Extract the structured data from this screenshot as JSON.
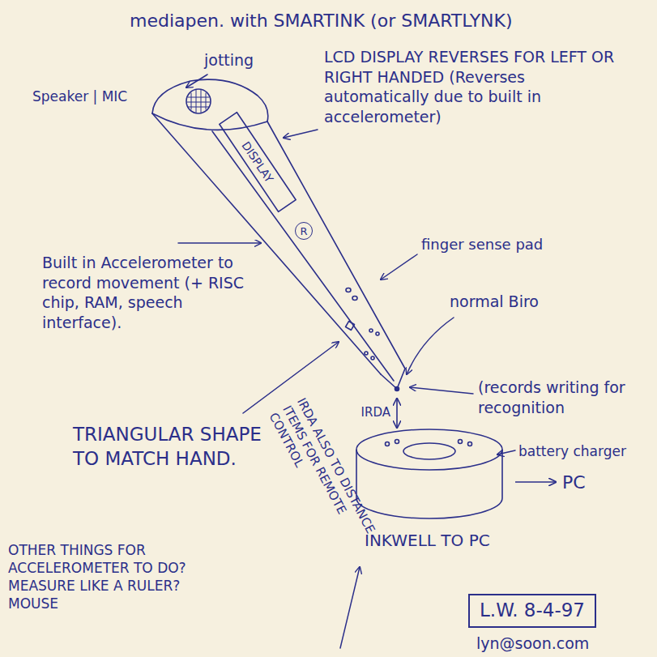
{
  "diagram": {
    "title": "mediapen. with SMARTINK (or SMARTLYNK)",
    "nodes": [
      {
        "text": [
          "DISPLAY"
        ]
      },
      {
        "text": [
          "R"
        ],
        "in": 0
      },
      {
        "text": [
          "INKWELL TO PC"
        ]
      },
      {
        "text": [
          "PC"
        ]
      },
      {
        "text": [
          "L.W. 8-4-97"
        ]
      }
    ],
    "edges": [
      {
        "from": 0,
        "to": 2,
        "label": "IRDA",
        "arrow": "both"
      },
      {
        "from": 2,
        "to": 3,
        "arrow": "to"
      }
    ],
    "labels": [
      "jotting",
      "Speaker | MIC",
      "LCD DISPLAY REVERSES FOR LEFT OR RIGHT HANDED (Reverses automatically due to built in accelerometer)",
      "finger sense pad",
      "normal Biro",
      "Built in Accelerometer to record movement (+ RISC chip, RAM, speech interface).",
      "(records writing for recognition",
      "battery charger",
      "TRIANGULAR SHAPE TO MATCH HAND.",
      "IRDA ALSO TO DISTANCE ITEMS FOR REMOTE CONTROL",
      "OTHER THINGS FOR ACCELEROMETER TO DO? MEASURE LIKE A RULER? MOUSE",
      "lyn@soon.com"
    ]
  }
}
